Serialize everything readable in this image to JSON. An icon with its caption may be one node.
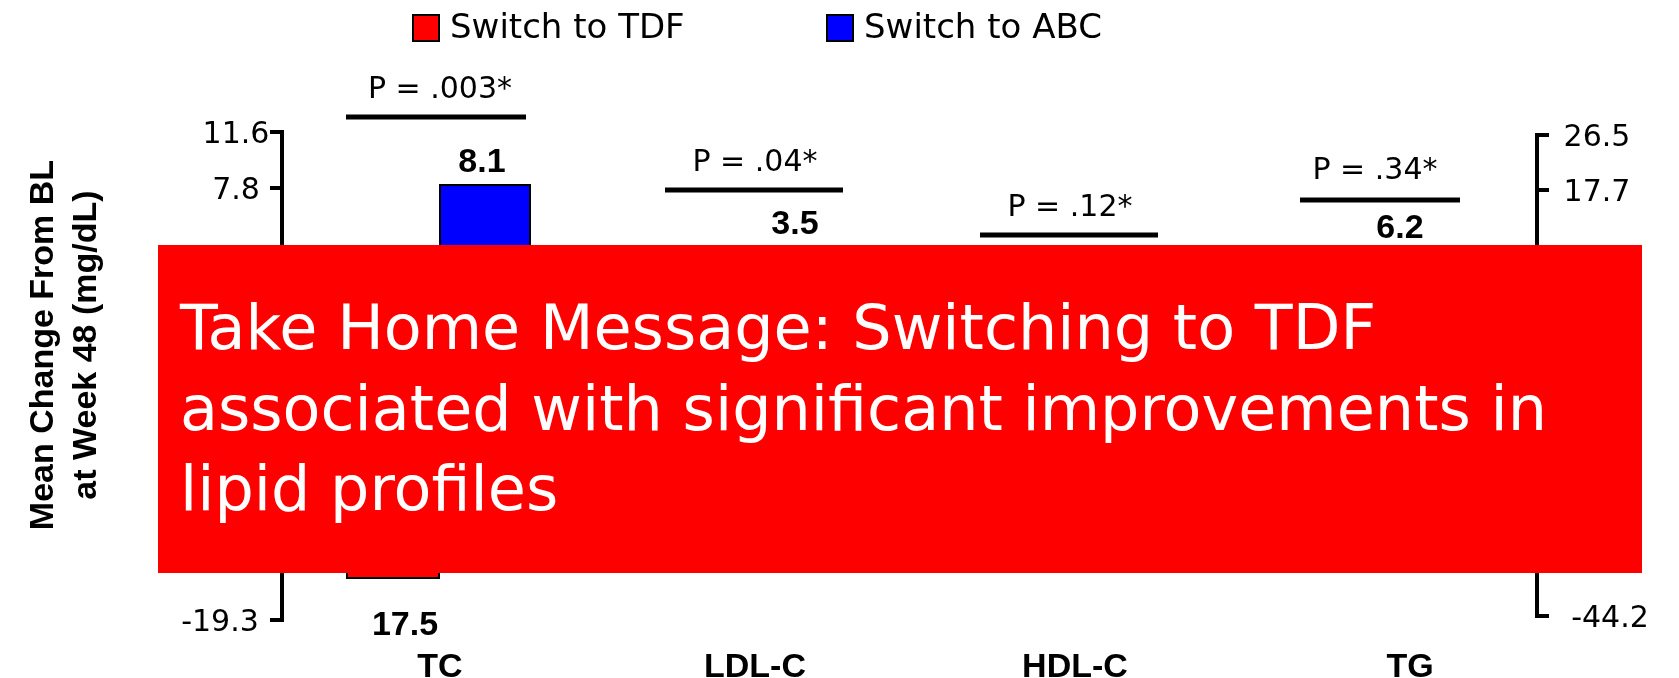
{
  "diagram": {
    "nodes": [
      {
        "text": [
          "Take Home Message: Switching to TDF associated with significant improvements in lipid profiles"
        ]
      }
    ],
    "edges": [],
    "labels": [
      "P = .003*",
      "11.6",
      "8.1",
      "P = .04*",
      "26.5",
      "7.8",
      "P = .34*",
      "17.7",
      "P = .12*",
      "3.5",
      "6.2",
      "Mean Change From BL at Week 48 (mg/dL)",
      "-19.3",
      "17.5",
      "-44.2",
      "TC",
      "LDL-C",
      "HDL-C",
      "TG"
    ],
    "legend": [
      {
        "text": "Switch to TDF",
        "color": "#ff0000"
      },
      {
        "text": "Switch to ABC",
        "color": "#0000ff"
      }
    ]
  }
}
